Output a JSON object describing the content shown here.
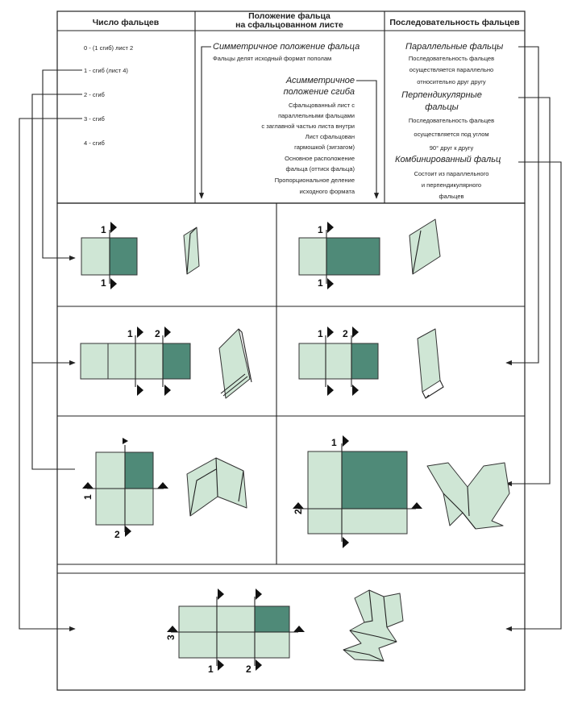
{
  "header": {
    "col1": "Число фальцев",
    "col2_line1": "Положение фальца",
    "col2_line2": "на сфальцованном листе",
    "col3": "Последовательность фальцев"
  },
  "fold_counts": [
    "0 - (1 сгиб) лист 2",
    "1 - сгиб (лист 4)",
    "2 - сгиб",
    "3 - сгиб",
    "4 - сгиб"
  ],
  "position": {
    "symmetric_title": "Симметричное положение фальца",
    "symmetric_desc": "Фальцы делят исходный формат пополам",
    "asym_title_1": "Асимметричное",
    "asym_title_2": "положение сгиба",
    "asym_lines": [
      "Сфальцованный лист с",
      "параллельными фальцами",
      "с заглавной частью листа внутри",
      "Лист сфальцован",
      "гармошкой (зигзагом)",
      "Основное расположение",
      "фальца (оттиск фальца)",
      "Пропорциональное деление",
      "исходного формата"
    ]
  },
  "sequence": {
    "parallel_title": "Параллельные фальцы",
    "parallel_lines": [
      "Последовательность фальцев",
      "осуществляется параллельно",
      "относительно друг другу"
    ],
    "perp_title_1": "Перпендикулярные",
    "perp_title_2": "фальцы",
    "perp_lines": [
      "Последовательность фальцев",
      "осуществляется под углом",
      "90° друг к другу"
    ],
    "combined_title": "Комбинированный фальц",
    "combined_lines": [
      "Состоит из параллельного",
      "и перпендикулярного",
      "фальцев"
    ]
  },
  "fold_labels": [
    "1",
    "2",
    "3"
  ],
  "colors": {
    "sheet": "#cfe6d5",
    "fold_section": "#4f8a78",
    "lines": "#222222"
  }
}
